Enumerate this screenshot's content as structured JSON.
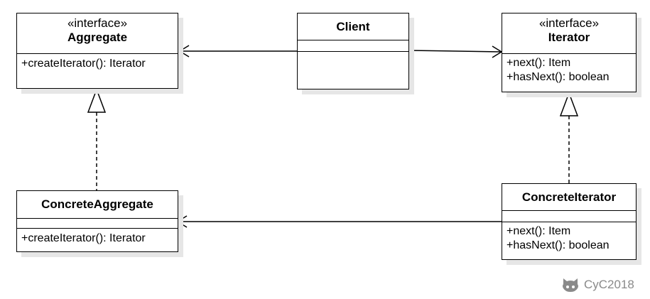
{
  "classes": {
    "aggregate": {
      "stereotype": "«interface»",
      "name": "Aggregate",
      "methods": [
        "+createIterator(): Iterator"
      ]
    },
    "client": {
      "name": "Client"
    },
    "iterator": {
      "stereotype": "«interface»",
      "name": "Iterator",
      "methods": [
        "+next(): Item",
        "+hasNext(): boolean"
      ]
    },
    "concrete_aggregate": {
      "name": "ConcreteAggregate",
      "methods": [
        "+createIterator(): Iterator"
      ]
    },
    "concrete_iterator": {
      "name": "ConcreteIterator",
      "methods": [
        "+next(): Item",
        "+hasNext(): boolean"
      ]
    }
  },
  "watermark": {
    "text": "CyC2018",
    "icon": "github-octocat-icon"
  }
}
